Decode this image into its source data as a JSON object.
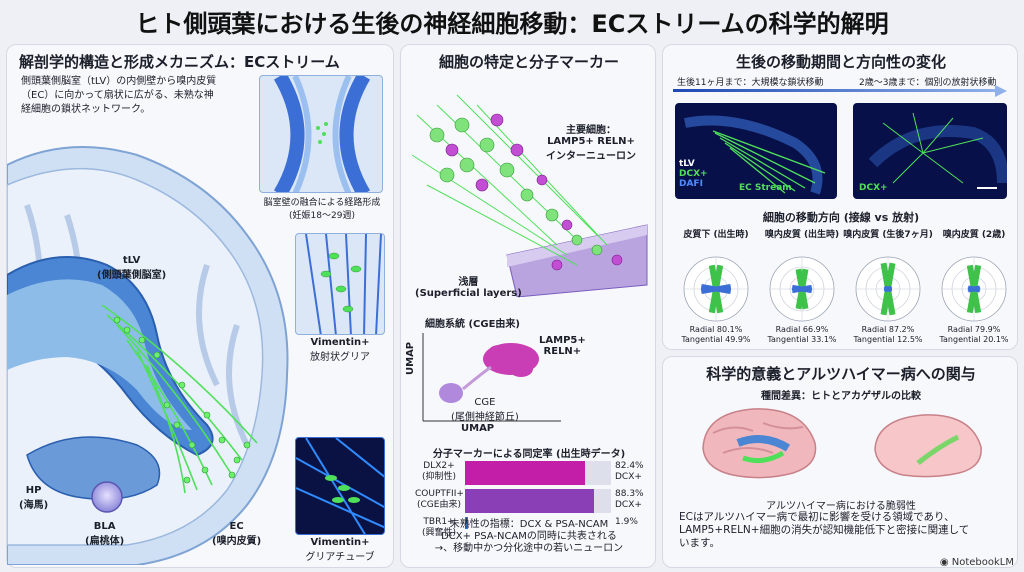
{
  "title": "ヒト側頭葉における生後の神経細胞移動：ECストリームの科学的解明",
  "left": {
    "heading": "解剖学的構造と形成メカニズム：ECストリーム",
    "description_1": "側頭葉側脳室（tLV）の内側壁から嗅内皮質",
    "description_2": "（EC）に向かって扇状に広がる、未熟な神",
    "description_3": "経細胞の鎖状ネットワーク。",
    "label_tlv": "tLV",
    "label_tlv_sub": "(側頭葉側脳室)",
    "label_hp": "HP",
    "label_hp_sub": "(海馬)",
    "label_bla": "BLA",
    "label_bla_sub": "(扁桃体)",
    "label_ec": "EC",
    "label_ec_sub": "(嗅内皮質)",
    "inset1_caption_1": "脳室壁の融合による経路形成",
    "inset1_caption_2": "(妊娠18〜29週)",
    "inset2_caption_1": "Vimentin+",
    "inset2_caption_2": "放射状グリア",
    "inset3_caption_1": "Vimentin+",
    "inset3_caption_2": "グリアチューブ"
  },
  "mid": {
    "heading": "細胞の特定と分子マーカー",
    "main_cell_1": "主要細胞：",
    "main_cell_2": "LAMP5+ RELN+",
    "main_cell_3": "インターニューロン",
    "layer_1": "浅層",
    "layer_2": "(Superficial layers)",
    "lineage_title": "細胞系統 (CGE由来)",
    "umap_y": "UMAP",
    "umap_x": "UMAP",
    "cluster_lamp_1": "LAMP5+",
    "cluster_lamp_2": "RELN+",
    "cluster_cge_1": "CGE",
    "cluster_cge_2": "(尾側神経節丘)",
    "bars_title": "分子マーカーによる同定率 (出生時データ)",
    "bars": [
      {
        "label_1": "DLX2+",
        "label_2": "(抑制性)",
        "value": 82.4,
        "text_1": "82.4%",
        "text_2": "DCX+",
        "color": "#c21ea8"
      },
      {
        "label_1": "COUPTFII+",
        "label_2": "(CGE由来)",
        "value": 88.3,
        "text_1": "88.3%",
        "text_2": "DCX+",
        "color": "#8a3fb6"
      },
      {
        "label_1": "TBR1+",
        "label_2": "(興奮性)",
        "value": 1.9,
        "text_1": "1.9%",
        "text_2": "",
        "color": "#2a6fd0"
      }
    ],
    "immature_1": "未熟性の指標：DCX & PSA-NCAM",
    "immature_2": "DCX+ PSA-NCAMの同時に共表される",
    "immature_3": "→、移動中かつ分化途中の若いニューロン"
  },
  "rt": {
    "heading": "生後の移動期間と方向性の変化",
    "period_1": "生後11ヶ月まで：大規模な鎖状移動",
    "period_2": "2歳〜3歳まで：個別の放射状移動",
    "img1_tlv": "tLV",
    "img1_dcx": "DCX+",
    "img1_dafi": "DAFI",
    "img1_ec": "EC Stream",
    "img2_dcx": "DCX+",
    "direction_title": "細胞の移動方向 (接線 vs 放射)",
    "roses": [
      {
        "title": "皮質下 (出生時)",
        "radial": "Radial 80.1%",
        "tangential": "Tangential 49.9%"
      },
      {
        "title": "嗅内皮質 (出生時)",
        "radial": "Radial 66.9%",
        "tangential": "Tangential 33.1%"
      },
      {
        "title": "嗅内皮質 (生後7ヶ月)",
        "radial": "Radial 87.2%",
        "tangential": "Tangential 12.5%"
      },
      {
        "title": "嗅内皮質 (2歳)",
        "radial": "Radial 79.9%",
        "tangential": "Tangential 20.1%"
      }
    ]
  },
  "rb": {
    "heading": "科学的意義とアルツハイマー病への関与",
    "species": "種間差異：ヒトとアカゲザルの比較",
    "ad_title": "アルツハイマー病における脆弱性",
    "ad_1": "ECはアルツハイマー病で最初に影響を受ける領域であり、",
    "ad_2": "LAMP5+RELN+細胞の消失が認知機能低下と密接に関連して",
    "ad_3": "います。"
  },
  "brand": "NotebookLM",
  "colors": {
    "green": "#4fe05a",
    "blue": "#3b6fd6",
    "magenta": "#c21ea8",
    "purple": "#8a3fb6",
    "dark_bg": "#0a1244"
  }
}
